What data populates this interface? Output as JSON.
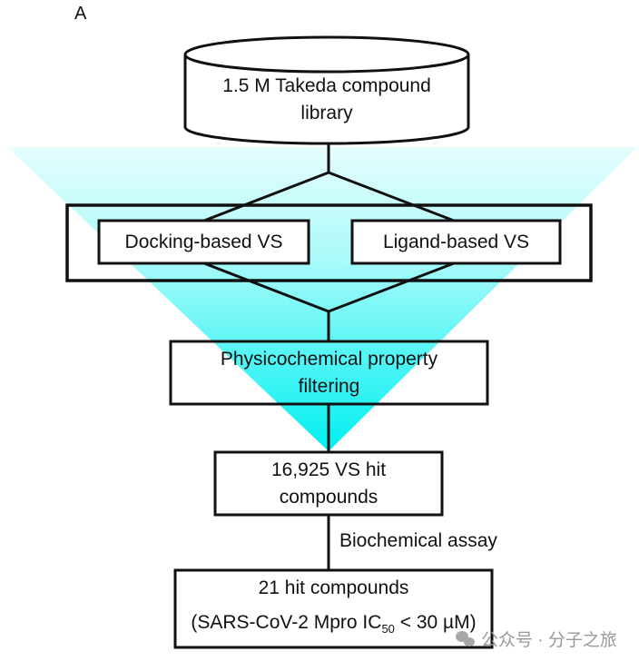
{
  "panel_label": "A",
  "colors": {
    "funnel_top": "#e6fdfd",
    "funnel_bottom": "#00f0f0",
    "stroke": "#111111",
    "box_fill": "#ffffff"
  },
  "nodes": {
    "library": {
      "line1": "1.5 M Takeda compound",
      "line2": "library",
      "shape": "cylinder"
    },
    "docking_vs": {
      "label": "Docking-based VS"
    },
    "ligand_vs": {
      "label": "Ligand-based VS"
    },
    "filtering": {
      "line1": "Physicochemical property",
      "line2": "filtering"
    },
    "vs_hits": {
      "line1": "16,925 VS hit",
      "line2": "compounds"
    },
    "final_hits": {
      "line1": "21 hit compounds",
      "line2_prefix": "(SARS-CoV-2 Mpro IC",
      "line2_sub": "50",
      "line2_suffix": " < 30  µM)"
    }
  },
  "edges": [
    {
      "from": "library",
      "to": "docking_vs"
    },
    {
      "from": "library",
      "to": "ligand_vs"
    },
    {
      "from": "docking_vs",
      "to": "filtering"
    },
    {
      "from": "ligand_vs",
      "to": "filtering"
    },
    {
      "from": "filtering",
      "to": "vs_hits"
    },
    {
      "from": "vs_hits",
      "to": "final_hits",
      "label": "Biochemical assay"
    }
  ],
  "edge_label": "Biochemical assay",
  "watermark": {
    "icon": "wechat-icon",
    "text": "公众号 · 分子之旅"
  }
}
